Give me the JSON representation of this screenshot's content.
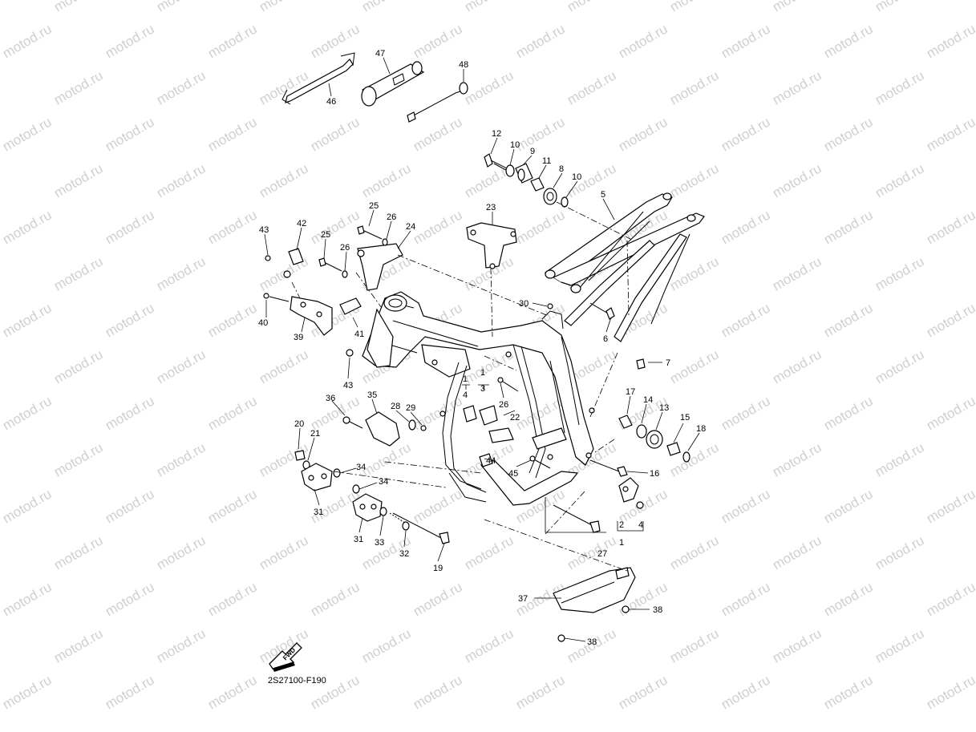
{
  "watermark": {
    "text": "motod.ru",
    "color": "#cfcfcf"
  },
  "diagram": {
    "code": "2S27100-F190",
    "fwd_label": "FWD",
    "callouts": [
      {
        "id": "c-46",
        "label": "46"
      },
      {
        "id": "c-47",
        "label": "47"
      },
      {
        "id": "c-48",
        "label": "48"
      },
      {
        "id": "c-12",
        "label": "12"
      },
      {
        "id": "c-10a",
        "label": "10"
      },
      {
        "id": "c-9",
        "label": "9"
      },
      {
        "id": "c-11",
        "label": "11"
      },
      {
        "id": "c-8",
        "label": "8"
      },
      {
        "id": "c-10b",
        "label": "10"
      },
      {
        "id": "c-5",
        "label": "5"
      },
      {
        "id": "c-23",
        "label": "23"
      },
      {
        "id": "c-25a",
        "label": "25"
      },
      {
        "id": "c-26a",
        "label": "26"
      },
      {
        "id": "c-24",
        "label": "24"
      },
      {
        "id": "c-42",
        "label": "42"
      },
      {
        "id": "c-43a",
        "label": "43"
      },
      {
        "id": "c-25b",
        "label": "25"
      },
      {
        "id": "c-26b",
        "label": "26"
      },
      {
        "id": "c-30",
        "label": "30"
      },
      {
        "id": "c-6",
        "label": "6"
      },
      {
        "id": "c-40",
        "label": "40"
      },
      {
        "id": "c-39",
        "label": "39"
      },
      {
        "id": "c-41",
        "label": "41"
      },
      {
        "id": "c-7",
        "label": "7"
      },
      {
        "id": "c-43b",
        "label": "43"
      },
      {
        "id": "c-1a",
        "label": "1"
      },
      {
        "id": "c-4a",
        "label": "4"
      },
      {
        "id": "c-1b",
        "label": "1"
      },
      {
        "id": "c-3",
        "label": "3"
      },
      {
        "id": "c-26c",
        "label": "26"
      },
      {
        "id": "c-22",
        "label": "22"
      },
      {
        "id": "c-17",
        "label": "17"
      },
      {
        "id": "c-14",
        "label": "14"
      },
      {
        "id": "c-13",
        "label": "13"
      },
      {
        "id": "c-15",
        "label": "15"
      },
      {
        "id": "c-18",
        "label": "18"
      },
      {
        "id": "c-36",
        "label": "36"
      },
      {
        "id": "c-35",
        "label": "35"
      },
      {
        "id": "c-28",
        "label": "28"
      },
      {
        "id": "c-29",
        "label": "29"
      },
      {
        "id": "c-20",
        "label": "20"
      },
      {
        "id": "c-21",
        "label": "21"
      },
      {
        "id": "c-44",
        "label": "44"
      },
      {
        "id": "c-45",
        "label": "45"
      },
      {
        "id": "c-16",
        "label": "16"
      },
      {
        "id": "c-34a",
        "label": "34"
      },
      {
        "id": "c-34b",
        "label": "34"
      },
      {
        "id": "c-31a",
        "label": "31"
      },
      {
        "id": "c-31b",
        "label": "31"
      },
      {
        "id": "c-33",
        "label": "33"
      },
      {
        "id": "c-32",
        "label": "32"
      },
      {
        "id": "c-19",
        "label": "19"
      },
      {
        "id": "c-2",
        "label": "2"
      },
      {
        "id": "c-4b",
        "label": "4"
      },
      {
        "id": "c-1c",
        "label": "1"
      },
      {
        "id": "c-27",
        "label": "27"
      },
      {
        "id": "c-37",
        "label": "37"
      },
      {
        "id": "c-38a",
        "label": "38"
      },
      {
        "id": "c-38b",
        "label": "38"
      }
    ]
  }
}
